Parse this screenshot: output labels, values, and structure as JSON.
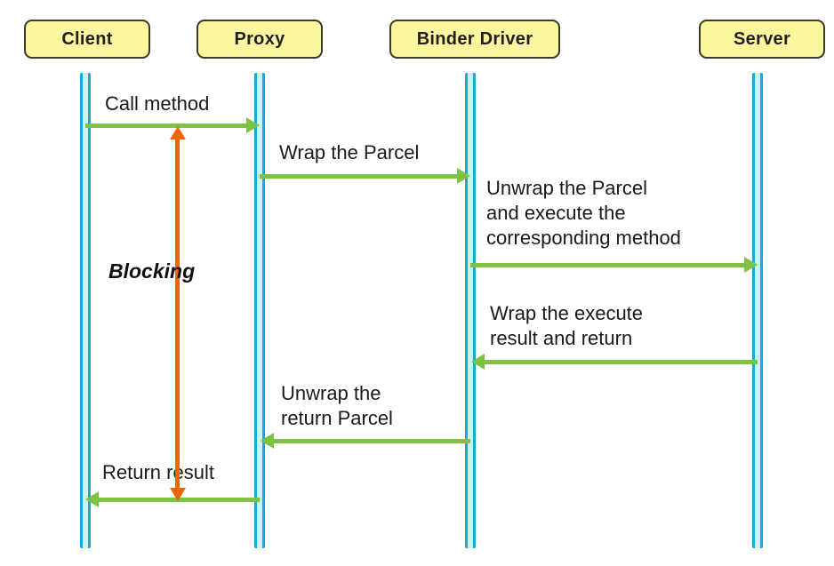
{
  "diagram": {
    "title": "Binder IPC sequence diagram",
    "colors": {
      "participant_fill": "#FAF79F",
      "participant_border": "#3A3A28",
      "lifeline_stroke": "#17A8DC",
      "lifeline_fill": "#C9F2F0",
      "message_arrow": "#7DC242",
      "blocking_arrow": "#EC6608",
      "background": "#FFFFFF"
    },
    "participants": [
      {
        "id": "client",
        "label": "Client"
      },
      {
        "id": "proxy",
        "label": "Proxy"
      },
      {
        "id": "binder_driver",
        "label": "Binder Driver"
      },
      {
        "id": "server",
        "label": "Server"
      }
    ],
    "messages": [
      {
        "id": "call-method",
        "label": "Call method",
        "from": "client",
        "to": "proxy",
        "direction": "right"
      },
      {
        "id": "wrap-the-parcel",
        "label": "Wrap the Parcel",
        "from": "proxy",
        "to": "binder_driver",
        "direction": "right"
      },
      {
        "id": "unwrap-and-execute",
        "label": "Unwrap the Parcel\nand execute the\ncorresponding method",
        "from": "binder_driver",
        "to": "server",
        "direction": "right"
      },
      {
        "id": "wrap-execute-result",
        "label": "Wrap the execute\nresult and return",
        "from": "server",
        "to": "binder_driver",
        "direction": "left"
      },
      {
        "id": "unwrap-return-parcel",
        "label": "Unwrap the\nreturn Parcel",
        "from": "binder_driver",
        "to": "proxy",
        "direction": "left"
      },
      {
        "id": "return-result",
        "label": "Return result",
        "from": "proxy",
        "to": "client",
        "direction": "left"
      }
    ],
    "annotations": [
      {
        "id": "blocking",
        "label": "Blocking",
        "kind": "double-headed-vertical-arrow",
        "color": "#EC6608"
      }
    ]
  }
}
